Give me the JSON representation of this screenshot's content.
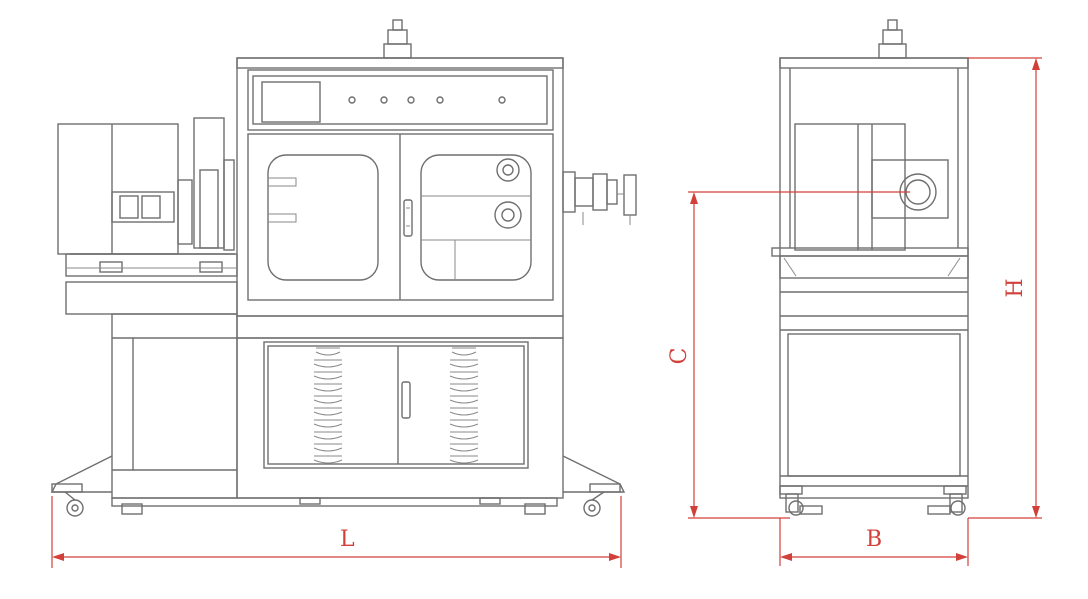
{
  "dimensions": {
    "length_label": "L",
    "width_label": "B",
    "height_label": "H",
    "center_height_label": "C"
  },
  "colors": {
    "line": "#6f6f6f",
    "dimension": "#d2403a",
    "background": "#ffffff"
  }
}
